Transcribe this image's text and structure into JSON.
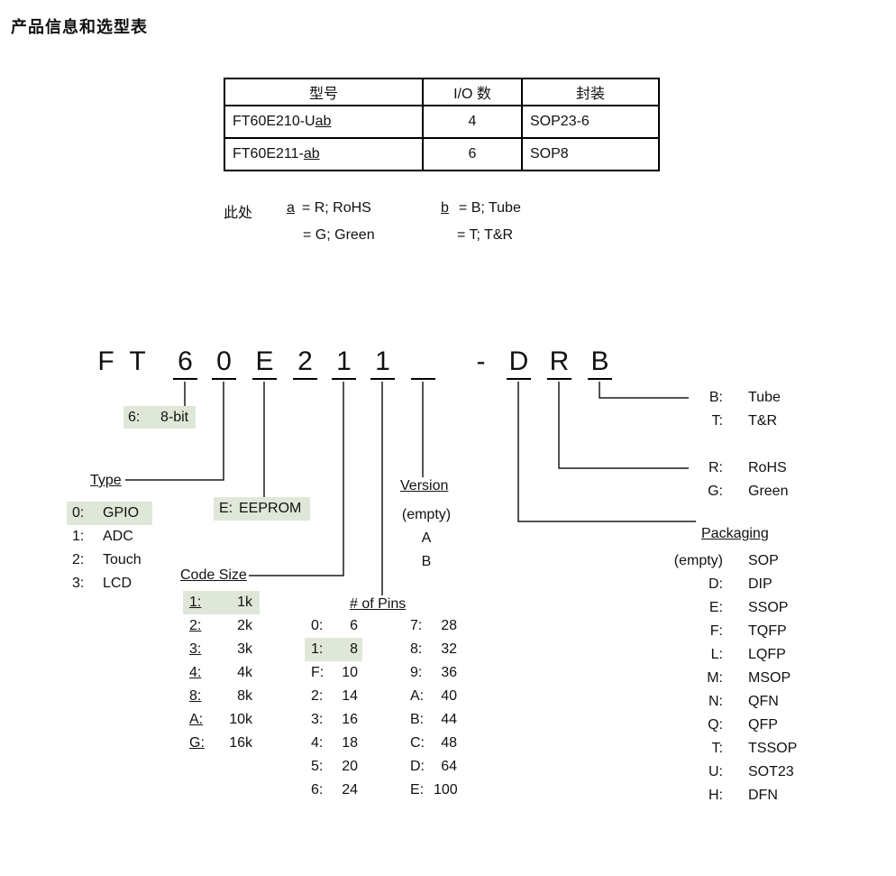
{
  "page": {
    "title": "产品信息和选型表"
  },
  "selection_table": {
    "headers": [
      "型号",
      "I/O 数",
      "封装"
    ],
    "rows": [
      {
        "model_prefix": "FT60E210-U",
        "model_suffix": "ab",
        "io": "4",
        "package": "SOP23-6"
      },
      {
        "model_prefix": "FT60E211-",
        "model_suffix": "ab",
        "io": "6",
        "package": "SOP8"
      }
    ]
  },
  "note": {
    "label": "此处",
    "a_key": "a",
    "a_val1": "= R; RoHS",
    "a_val2": "= G; Green",
    "b_key": "b",
    "b_val1": "= B; Tube",
    "b_val2": "= T; T&R"
  },
  "part_number": {
    "chars": [
      "F",
      "T",
      "6",
      "0",
      "E",
      "2",
      "1",
      "1",
      "",
      "-",
      "D",
      "R",
      "B"
    ]
  },
  "family": {
    "key": "6:",
    "value": "8-bit"
  },
  "type": {
    "heading": "Type",
    "items": [
      {
        "key": "0:",
        "value": "GPIO"
      },
      {
        "key": "1:",
        "value": "ADC"
      },
      {
        "key": "2:",
        "value": "Touch"
      },
      {
        "key": "3:",
        "value": "LCD"
      }
    ]
  },
  "eeprom": {
    "key": "E:",
    "value": "EEPROM"
  },
  "code_size": {
    "heading": "Code Size",
    "items": [
      {
        "key": "1:",
        "value": "1k"
      },
      {
        "key": "2:",
        "value": "2k"
      },
      {
        "key": "3:",
        "value": "3k"
      },
      {
        "key": "4:",
        "value": "4k"
      },
      {
        "key": "8:",
        "value": "8k"
      },
      {
        "key": "A:",
        "value": "10k"
      },
      {
        "key": "G:",
        "value": "16k"
      }
    ]
  },
  "pins": {
    "heading": "# of Pins",
    "col1": [
      {
        "key": "0:",
        "value": "6"
      },
      {
        "key": "1:",
        "value": "8"
      },
      {
        "key": "F:",
        "value": "10"
      },
      {
        "key": "2:",
        "value": "14"
      },
      {
        "key": "3:",
        "value": "16"
      },
      {
        "key": "4:",
        "value": "18"
      },
      {
        "key": "5:",
        "value": "20"
      },
      {
        "key": "6:",
        "value": "24"
      }
    ],
    "col2": [
      {
        "key": "7:",
        "value": "28"
      },
      {
        "key": "8:",
        "value": "32"
      },
      {
        "key": "9:",
        "value": "36"
      },
      {
        "key": "A:",
        "value": "40"
      },
      {
        "key": "B:",
        "value": "44"
      },
      {
        "key": "C:",
        "value": "48"
      },
      {
        "key": "D:",
        "value": "64"
      },
      {
        "key": "E:",
        "value": "100"
      }
    ]
  },
  "version": {
    "heading": "Version",
    "items": [
      "(empty)",
      "A",
      "B"
    ]
  },
  "packaging": {
    "heading": "Packaging",
    "items": [
      {
        "key": "(empty)",
        "value": "SOP"
      },
      {
        "key": "D:",
        "value": "DIP"
      },
      {
        "key": "E:",
        "value": "SSOP"
      },
      {
        "key": "F:",
        "value": "TQFP"
      },
      {
        "key": "L:",
        "value": "LQFP"
      },
      {
        "key": "M:",
        "value": "MSOP"
      },
      {
        "key": "N:",
        "value": "QFN"
      },
      {
        "key": "Q:",
        "value": "QFP"
      },
      {
        "key": "T:",
        "value": "TSSOP"
      },
      {
        "key": "U:",
        "value": "SOT23"
      },
      {
        "key": "H:",
        "value": "DFN"
      }
    ]
  },
  "rohs": {
    "items": [
      {
        "key": "R:",
        "value": "RoHS"
      },
      {
        "key": "G:",
        "value": "Green"
      }
    ]
  },
  "tube": {
    "items": [
      {
        "key": "B:",
        "value": "Tube"
      },
      {
        "key": "T:",
        "value": "T&R"
      }
    ]
  },
  "colors": {
    "highlight": "#dfe8d8",
    "text": "#111111"
  }
}
